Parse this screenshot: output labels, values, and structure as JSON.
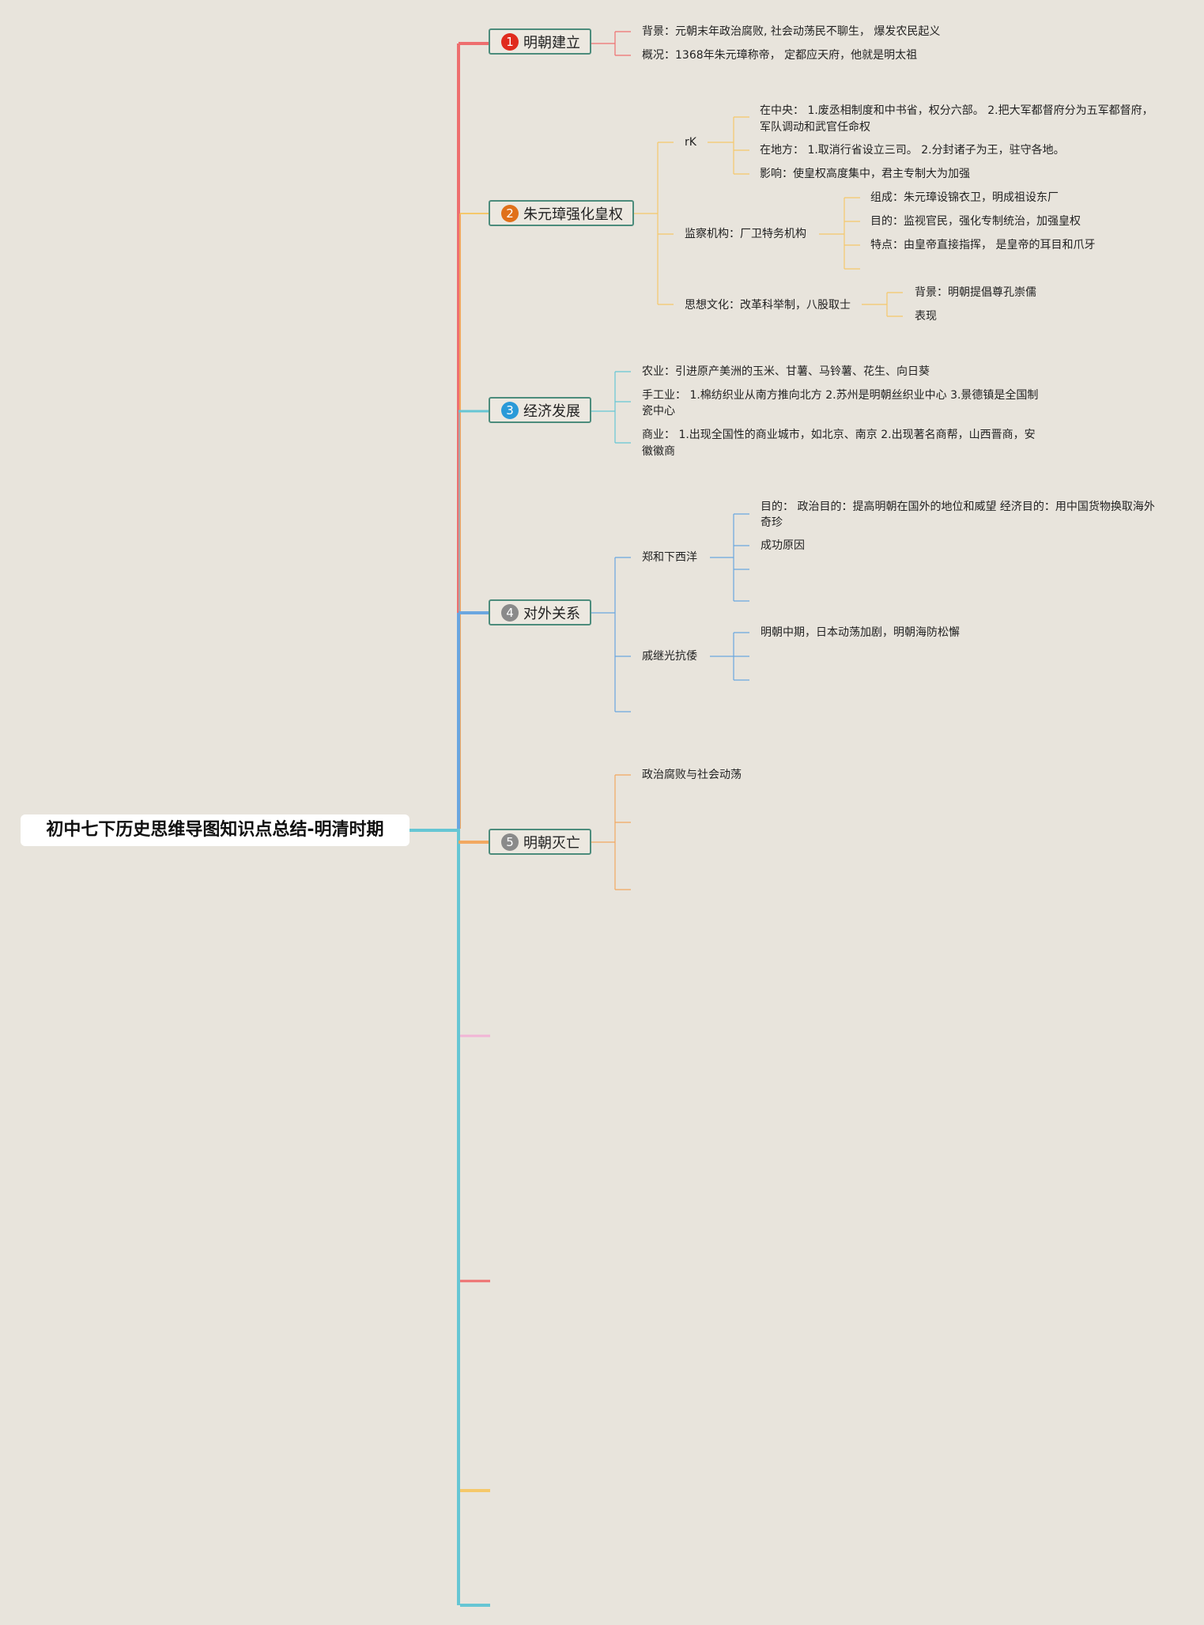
{
  "root": {
    "title": "初中七下历史思维导图知识点总结-明清时期"
  },
  "colors": {
    "red": "#ee6f6f",
    "orange": "#f2a860",
    "yellow": "#f5c86a",
    "teal": "#66c6d4",
    "blue": "#6aa6e0",
    "pink": "#f2b4d6",
    "badge_red": "#e02b1e",
    "badge_orange": "#e0701a",
    "badge_blue": "#2a9ad8",
    "badge_gray": "#8a8a8a"
  },
  "topics": [
    {
      "num": "1",
      "label": "明朝建立",
      "leaves": [
        "背景：元朝末年政治腐败, 社会动荡民不聊生， 爆发农民起义",
        "概况：1368年朱元璋称帝， 定都应天府，他就是明太祖"
      ]
    },
    {
      "num": "2",
      "label": "朱元璋强化皇权",
      "sub1": {
        "label": "rK",
        "leaves": [
          "在中央： 1.废丞相制度和中书省，权分六部。 2.把大军都督府分为五军都督府，",
          "军队调动和武官任命权",
          "在地方： 1.取消行省设立三司。 2.分封诸子为王，驻守各地。",
          "影响：使皇权高度集中，君主专制大为加强"
        ]
      },
      "sub2": {
        "label": "监察机构：厂卫特务机构",
        "leaves": [
          "组成：朱元璋设锦衣卫，明成祖设东厂",
          "目的：监视官民，强化专制统治，加强皇权",
          "特点：由皇帝直接指挥， 是皇帝的耳目和爪牙"
        ]
      },
      "sub3": {
        "label": "思想文化：改革科举制，八股取士",
        "leaves": [
          "背景：明朝提倡尊孔崇儒",
          "表现"
        ]
      }
    },
    {
      "num": "3",
      "label": "经济发展",
      "leaves": [
        "农业：引进原产美洲的玉米、甘薯、马铃薯、花生、向日葵",
        "手工业： 1.棉纺织业从南方推向北方 2.苏州是明朝丝织业中心 3.景德镇是全国制",
        "瓷中心",
        "商业： 1.出现全国性的商业城市，如北京、南京 2.出现著名商帮，山西晋商，安",
        "徽徽商"
      ]
    },
    {
      "num": "4",
      "label": "对外关系",
      "sub1": {
        "label": "郑和下西洋",
        "leaves": [
          "目的： 政治目的：提高明朝在国外的地位和威望 经济目的：用中国货物换取海外",
          "奇珍",
          "成功原因"
        ]
      },
      "sub2": {
        "label": "戚继光抗倭",
        "leaves": [
          "明朝中期，日本动荡加剧，明朝海防松懈"
        ]
      }
    },
    {
      "num": "5",
      "label": "明朝灭亡",
      "leaves": [
        "政治腐败与社会动荡"
      ]
    }
  ]
}
